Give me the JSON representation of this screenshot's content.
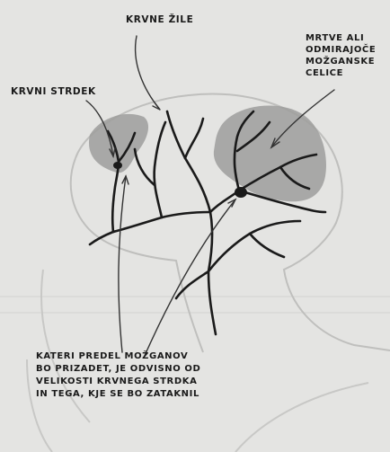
{
  "labels": {
    "blood_vessels": "KRVNE ŽILE",
    "blood_clot": "KRVNI STRDEK",
    "dead_cells": "MRTVE ALI\nODMIRAJOČE\nMOŽGANSKE\nCELICE",
    "caption": "KATERI PREDEL MOŽGANOV\nBO PRIZADET, JE ODVISNO OD\nVELIKOSTI KRVNEGA STRDKA\nIN TEGA, KJE SE BO ZATAKNIL"
  },
  "colors": {
    "background": "#e4e4e2",
    "ink": "#1a1a1a",
    "damaged_area": "#9e9e9c",
    "head_outline": "#bfbfbd"
  }
}
